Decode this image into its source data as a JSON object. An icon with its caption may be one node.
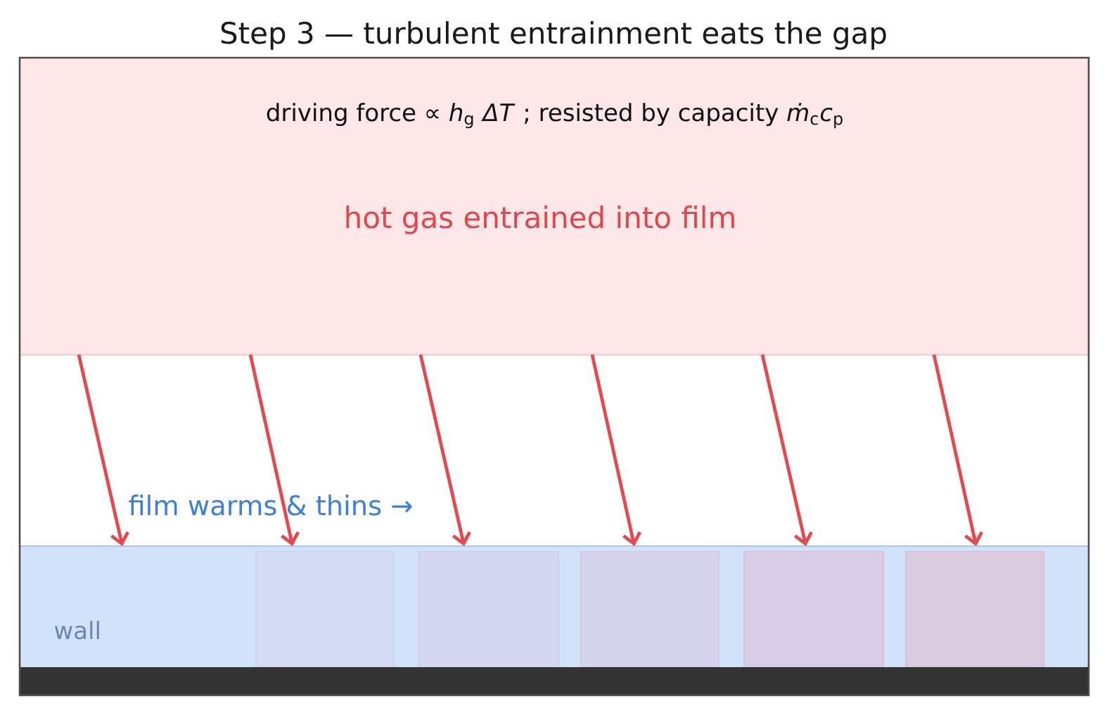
{
  "diagram": {
    "title": "Step 3 — turbulent entrainment eats the gap",
    "nodes": [
      {
        "text": [
          "driving force ∝ *h*$_{g}$ *ΔT* ; resisted by capacity *ṁ*$_{c}$*c*$_{p}$",
          "hot gas entrained into film"
        ]
      },
      {
        "text": [
          "film warms & thins →"
        ]
      },
      {
        "text": [],
        "shape": "box",
        "in": 1
      },
      {
        "text": [],
        "shape": "box",
        "in": 1
      },
      {
        "text": [],
        "shape": "box",
        "in": 1
      },
      {
        "text": [],
        "shape": "box",
        "in": 1
      },
      {
        "text": [],
        "shape": "box",
        "in": 1
      },
      {
        "text": [],
        "shape": "bar",
        "beside": [
          "wall"
        ]
      }
    ],
    "edges": [
      {
        "from": 0,
        "to": 1,
        "arrow": "to"
      },
      {
        "from": 0,
        "to": 1,
        "arrow": "to"
      },
      {
        "from": 0,
        "to": 1,
        "arrow": "to"
      },
      {
        "from": 0,
        "to": 1,
        "arrow": "to"
      },
      {
        "from": 0,
        "to": 1,
        "arrow": "to"
      },
      {
        "from": 0,
        "to": 1,
        "arrow": "to"
      }
    ]
  }
}
